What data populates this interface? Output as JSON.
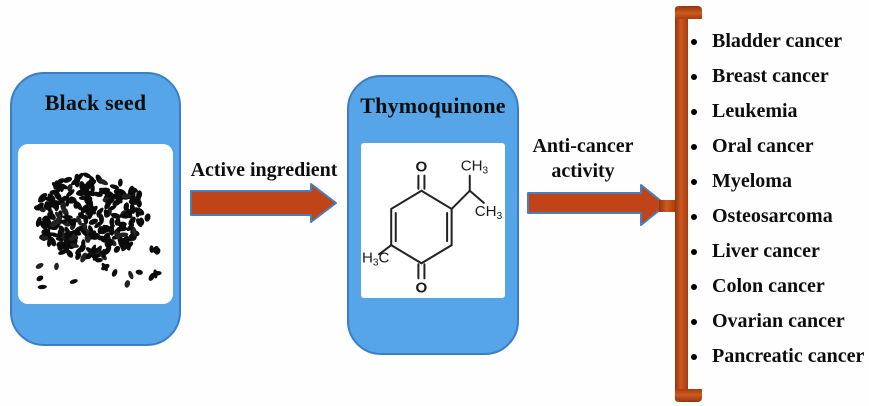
{
  "source_card": {
    "title": "Black seed"
  },
  "flow": {
    "step1_label": "Active ingredient",
    "step2_label_line1": "Anti-cancer",
    "step2_label_line2": "activity"
  },
  "compound_card": {
    "title": "Thymoquinone",
    "structure": {
      "o_top": "O",
      "o_bottom": "O",
      "iso_top_ch": "CH",
      "iso_top_sub": "3",
      "iso_right_ch": "CH",
      "iso_right_sub": "3",
      "methyl_h": "H",
      "methyl_sub": "3",
      "methyl_c": "C"
    }
  },
  "cancer_list": {
    "items": [
      "Bladder cancer",
      "Breast cancer",
      "Leukemia",
      "Oral cancer",
      "Myeloma",
      "Osteosarcoma",
      "Liver cancer",
      "Colon cancer",
      "Ovarian cancer",
      "Pancreatic cancer"
    ]
  },
  "colors": {
    "card_fill": "#55a5e8",
    "card_border": "#3b7ec6",
    "arrow_fill": "#c04418",
    "arrow_stroke": "#4a7ebb",
    "bracket_fill": "#cd5a1e",
    "bracket_dark": "#93350e",
    "bracket_mid": "#a83c10",
    "text_black": "#0d0d0d"
  }
}
